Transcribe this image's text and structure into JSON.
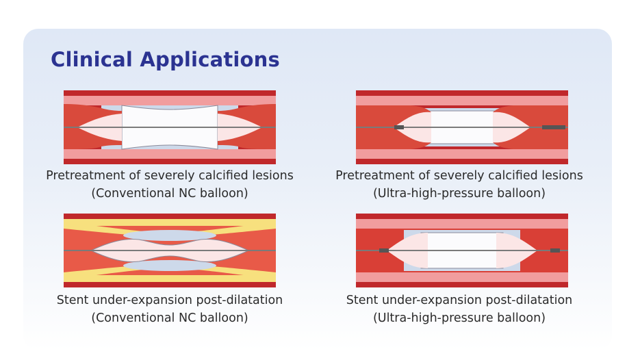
{
  "title": "Clinical Applications",
  "panels": [
    {
      "caption_line1": "Pretreatment of severely calcified lesions",
      "caption_line2": "(Conventional NC balloon)"
    },
    {
      "caption_line1": "Pretreatment of severely calcified lesions",
      "caption_line2": "(Ultra-high-pressure balloon)"
    },
    {
      "caption_line1": "Stent under-expansion post-dilatation",
      "caption_line2": "(Conventional NC balloon)"
    },
    {
      "caption_line1": "Stent under-expansion post-dilatation",
      "caption_line2": "(Ultra-high-pressure balloon)"
    }
  ],
  "colors": {
    "title": "#2b3391",
    "vessel_wall_dark": "#c0282b",
    "vessel_wall_light": "#f19d9e",
    "lesion": "#d94a3c",
    "balloon": "#fbe6e6",
    "stent_zone": "#f7e07e",
    "guidewire": "#7a7a7a"
  }
}
